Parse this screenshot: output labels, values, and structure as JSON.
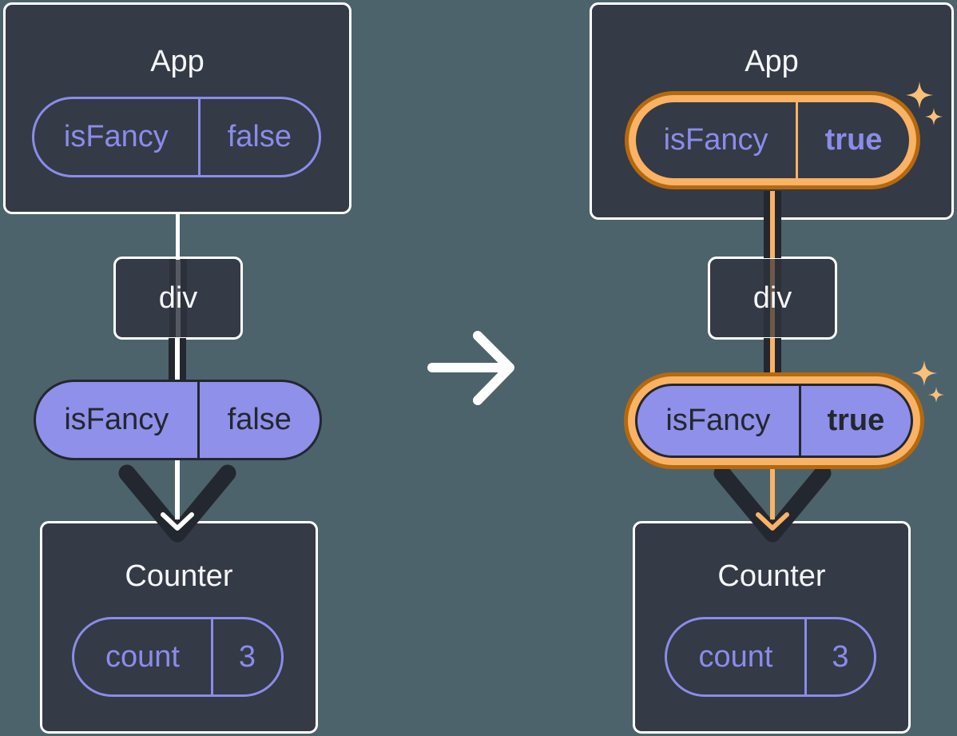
{
  "colors": {
    "background": "#4C636B",
    "box_fill": "#343A46",
    "box_border": "#FFFFFF",
    "purple_accent": "#8A8CEA",
    "purple_fill": "#8E90E9",
    "dark_ink": "#23272F",
    "highlight_orange_light": "#FAB264",
    "highlight_orange_dark": "#B5690F",
    "white": "#FFFFFF"
  },
  "left": {
    "app": {
      "title": "App",
      "prop_name": "isFancy",
      "prop_value": "false"
    },
    "div": {
      "label": "div"
    },
    "prop": {
      "name": "isFancy",
      "value": "false"
    },
    "counter": {
      "title": "Counter",
      "state_name": "count",
      "state_value": "3"
    }
  },
  "right": {
    "app": {
      "title": "App",
      "prop_name": "isFancy",
      "prop_value": "true"
    },
    "div": {
      "label": "div"
    },
    "prop": {
      "name": "isFancy",
      "value": "true"
    },
    "counter": {
      "title": "Counter",
      "state_name": "count",
      "state_value": "3"
    }
  },
  "icons": {
    "transition_arrow": "right-arrow",
    "sparkle": "four-point-sparkle"
  }
}
